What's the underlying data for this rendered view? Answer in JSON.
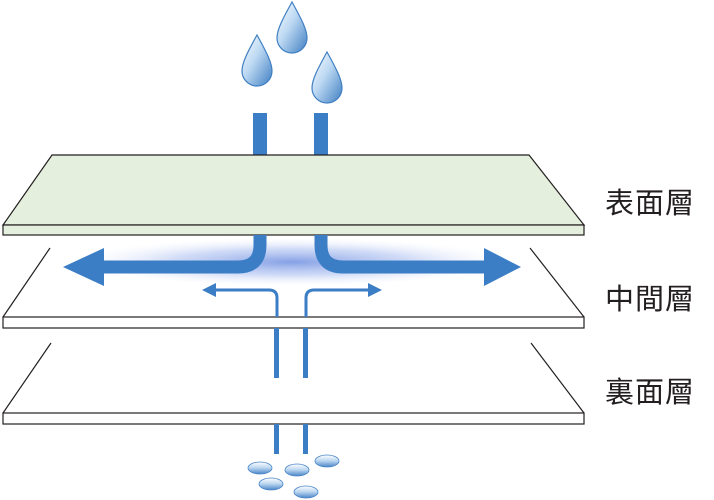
{
  "layers": [
    {
      "label": "表面層",
      "fill": "#e4f0dd"
    },
    {
      "label": "中間層",
      "fill": "#ffffff"
    },
    {
      "label": "裏面層",
      "fill": "#ffffff"
    }
  ],
  "colors": {
    "flow_arrow": "#3b7ec6",
    "droplet": "#5a9bd6",
    "outline": "#231f20"
  },
  "icons": [
    "water-drop-icon",
    "water-bead-icon"
  ]
}
